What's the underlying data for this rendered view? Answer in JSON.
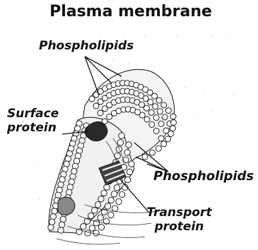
{
  "title": "Plasma membrane",
  "labels": {
    "phospholipids_top": "Phospholipids",
    "surface_protein_line1": "Surface",
    "surface_protein_line2": "protein",
    "phospholipids_bottom": "Phospholipids",
    "transport_protein_line1": "Transport",
    "transport_protein_line2": "protein"
  },
  "colors": {
    "ink": "#111111",
    "protein_fill": "#2a2a2a",
    "lipid_head": "#ffffff"
  }
}
